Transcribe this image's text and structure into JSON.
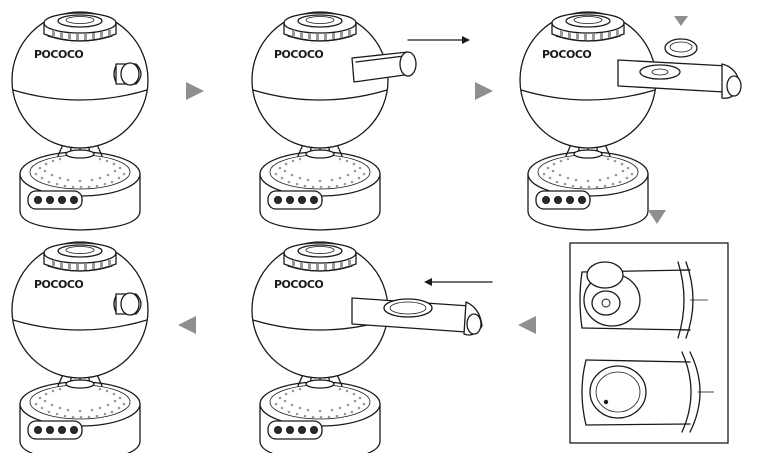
{
  "brand": {
    "logo_text": "POCOCO"
  },
  "steps": [
    {
      "id": "step-1",
      "tray": "closed"
    },
    {
      "id": "step-2",
      "tray": "open-empty"
    },
    {
      "id": "step-3",
      "tray": "open-disc-inserting"
    },
    {
      "id": "step-4",
      "tray": "detail-insert"
    },
    {
      "id": "step-5",
      "tray": "closing-with-disc"
    },
    {
      "id": "step-6",
      "tray": "closed"
    }
  ],
  "colors": {
    "line": "#1a1a1a",
    "arrow_fill": "#8f8f8f",
    "background": "#ffffff"
  },
  "icons": [
    "triangle-arrow-right-icon",
    "triangle-arrow-down-icon",
    "triangle-arrow-left-icon",
    "slide-out-arrow-icon",
    "slide-in-arrow-icon"
  ]
}
